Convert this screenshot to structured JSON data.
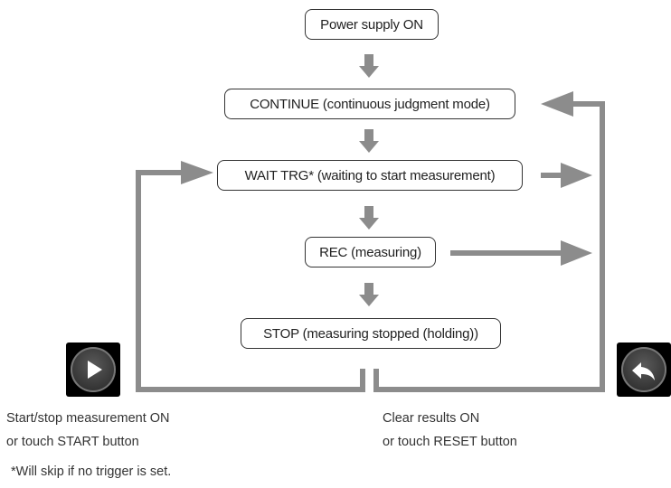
{
  "states": {
    "power_on": "Power supply ON",
    "continue": "CONTINUE (continuous judgment mode)",
    "wait_trg": "WAIT TRG* (waiting to start measurement)",
    "rec": "REC (measuring)",
    "stop": "STOP (measuring stopped (holding))"
  },
  "captions": {
    "start_line1": "Start/stop measurement ON",
    "start_line2": "or touch START button",
    "reset_line1": "Clear results ON",
    "reset_line2": "or touch RESET button"
  },
  "footnote": "*Will skip if no trigger is set.",
  "icons": {
    "start": "play-icon",
    "reset": "undo-arrow-icon"
  },
  "colors": {
    "arrow": "#8c8c8c",
    "box_border": "#333333",
    "button_bg": "#000000"
  }
}
